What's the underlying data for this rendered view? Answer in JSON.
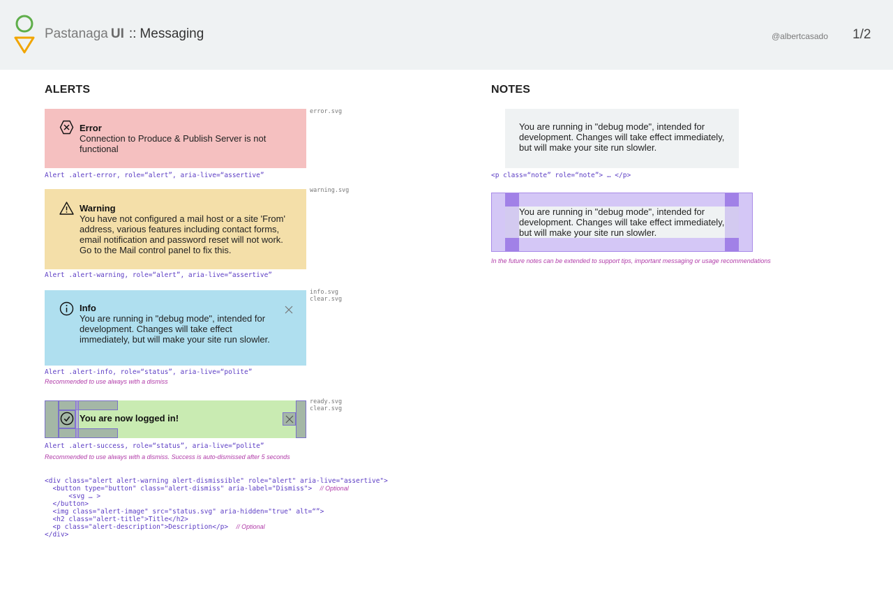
{
  "header": {
    "brand_name": "Pastanaga",
    "brand_ui": "UI",
    "separator": "::",
    "page_title": "Messaging",
    "handle": "@albertcasado",
    "page_number": "1/2"
  },
  "alerts_section": {
    "title": "ALERTS",
    "error": {
      "title": "Error",
      "description": "Connection to Produce & Publish Server is not functional",
      "icon": "error-icon",
      "file": "error.svg",
      "code_label": "Alert .alert-error, role=“alert”, aria-live=“assertive”",
      "color": "#f5c0c0"
    },
    "warning": {
      "title": "Warning",
      "description": "You have not configured a mail host or a site 'From' address, various features including contact forms, email notification and password reset will not work. Go to the Mail control panel to fix this.",
      "icon": "warning-icon",
      "file": "warning.svg",
      "code_label": "Alert .alert-warning, role=“alert”, aria-live=“assertive”",
      "color": "#f4dfa9"
    },
    "info": {
      "title": "Info",
      "description": "You are running in \"debug mode\", intended for development. Changes will take effect immediately, but will make your site run slowler.",
      "icon": "info-icon",
      "file": "info.svg",
      "file2": "clear.svg",
      "code_label": "Alert .alert-info, role=“status”, aria-live=“polite”",
      "recommendation": "Recommended to use always with a dismiss",
      "color": "#afdfef"
    },
    "success": {
      "title": "You are now logged in!",
      "icon": "check-circle-icon",
      "file": "ready.svg",
      "file2": "clear.svg",
      "code_label": "Alert .alert-success, role=“status”, aria-live=“polite”",
      "recommendation": "Recommended to use always with a dismiss. Success is auto-dismissed after 5 seconds",
      "color": "#c9ebb2"
    },
    "code": {
      "line1": "<div class=\"alert alert-warning alert-dismissible\" role=\"alert\" aria-live=\"assertive\">",
      "line2": "  <button type=\"button\" class=\"alert-dismiss\" aria-label=\"Dismiss\">",
      "line2_opt": "// Optional",
      "line3": "      <svg … >",
      "line4": "  </button>",
      "line5": "  <img class=\"alert-image\" src=\"status.svg\" aria-hidden=\"true\" alt=“”>",
      "line6": "  <h2 class=\"alert-title\">Title</h2>",
      "line7": "  <p class=\"alert-description\">Description</p>",
      "line7_opt": "// Optional",
      "line8": "</div>"
    }
  },
  "notes_section": {
    "title": "NOTES",
    "note_text": "You are running in \"debug mode\", intended for development. Changes will take effect immediately, but will make your site run slowler.",
    "code_label": "<p class=“note” role=“note”> … </p>",
    "note_text_spacing": "You are running in \"debug mode\", intended for development. Changes will take effect immediately, but will make your site run slowler.",
    "future_note": "In the future notes can be extended to support tips, important messaging or usage recommendations"
  },
  "colors": {
    "header_bg": "#eff2f3",
    "logo_green": "#5fae4a",
    "logo_orange": "#f1a500",
    "code_purple": "#5b3cc4",
    "note_magenta": "#b03aa8"
  }
}
